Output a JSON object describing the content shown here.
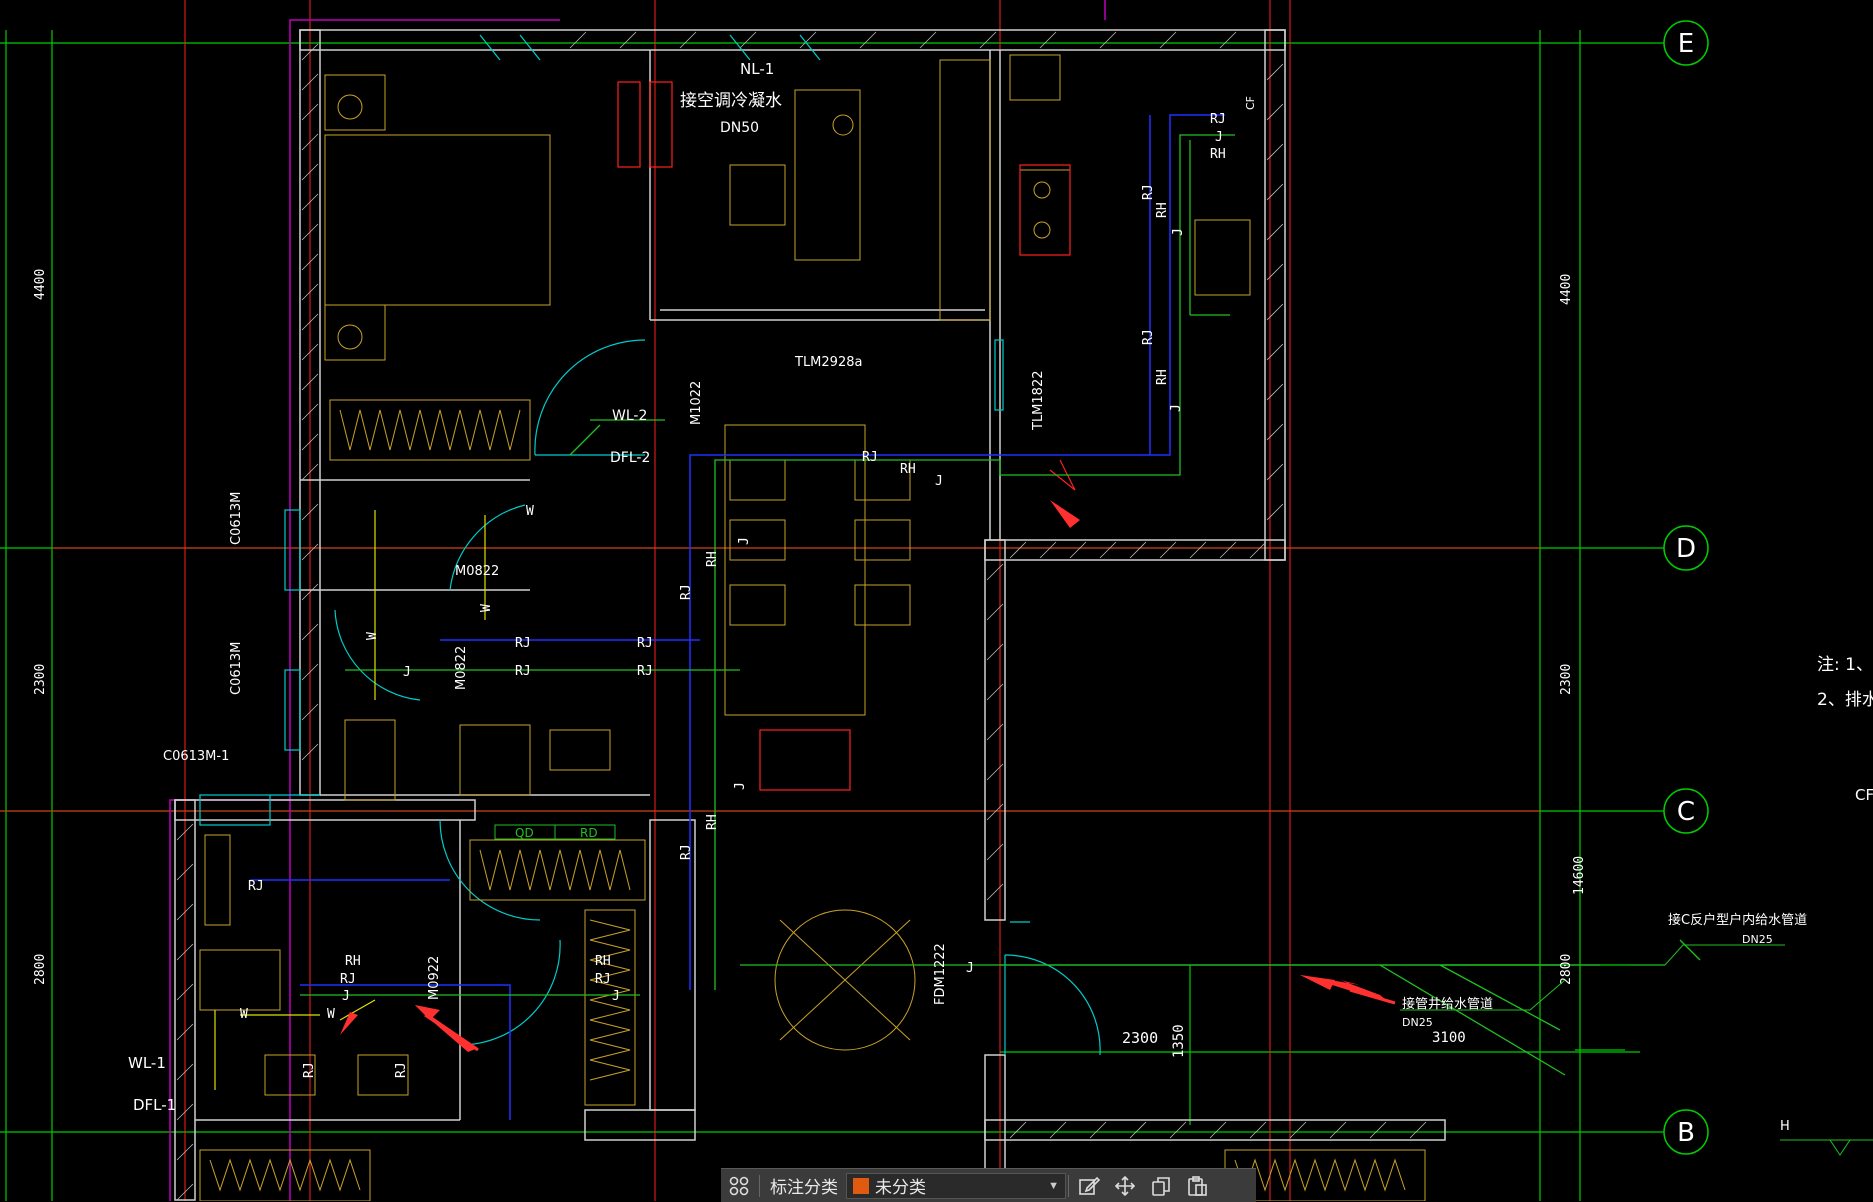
{
  "colors": {
    "grid": "#00cc00",
    "wall": "#cfcfcf",
    "fixture": "#c9a227",
    "red": "#ff2020",
    "blue": "#2030ff",
    "cyan": "#00cccc",
    "green": "#20c020",
    "yellow": "#e0e000",
    "magenta": "#c000c0",
    "text": "#ffffff",
    "accent_orange": "#e05a10"
  },
  "axes": {
    "E": "E",
    "D": "D",
    "C": "C",
    "B": "B"
  },
  "dims": {
    "d4400_left": "4400",
    "d2300_left": "2300",
    "d2800_left": "2800",
    "d4400_right": "4400",
    "d2300_right": "2300",
    "d14600": "14600",
    "d2800_right": "2800",
    "d2300_bottom": "2300",
    "d1350": "1350",
    "d3100": "3100"
  },
  "labels": {
    "nl1": "NL-1",
    "condensate": "接空调冷凝水",
    "dn50": "DN50",
    "tlm2928": "TLM2928a",
    "m1022": "M1022",
    "tlm1822": "TLM1822",
    "wl2": "WL-2",
    "dfl2": "DFL-2",
    "m0822a": "M0822",
    "m0822b": "M0822",
    "m0922": "M0922",
    "c0613m_a": "C0613M",
    "c0613m_b": "C0613M",
    "c0613m1": "C0613M-1",
    "wl1": "WL-1",
    "dfl1": "DFL-1",
    "fdm1222": "FDM1222",
    "qd": "QD",
    "rd": "RD",
    "h": "H",
    "cf": "CF",
    "cf_top": "CF"
  },
  "pipes": {
    "rj": "RJ",
    "rh": "RH",
    "j": "J",
    "w": "W"
  },
  "notes": {
    "note1": "注: 1、",
    "note2": "2、排水",
    "connect_c": "接C反户型户内给水管道",
    "dn25a": "DN25",
    "pipe_well": "接管井给水管道",
    "dn25b": "DN25"
  },
  "toolbar": {
    "grid_icon": "grid-icon",
    "category_label": "标注分类",
    "selected": "未分类",
    "swatch_color": "#e05a10"
  }
}
